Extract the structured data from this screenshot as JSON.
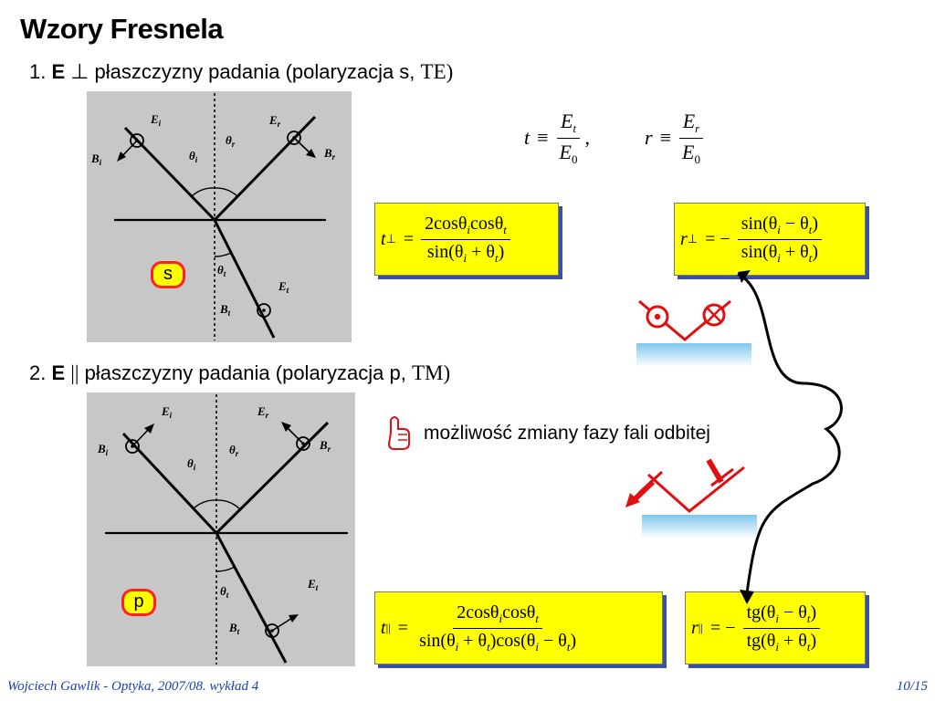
{
  "slide": {
    "title": "Wzory Fresnela",
    "section1": {
      "number": "1.",
      "vector": "E",
      "symbol": "⊥",
      "text": "płaszczyzny padania (polaryzacja s,",
      "mode": "TE)"
    },
    "section2": {
      "number": "2.",
      "vector": "E",
      "symbol": "||",
      "text": "płaszczyzny padania (polaryzacja p,",
      "mode": "TM)"
    },
    "definitions": {
      "t_symbol": "t",
      "r_symbol": "r",
      "equiv": "≡",
      "comma": ",",
      "E": "E",
      "t_sub": "t",
      "r_sub": "r",
      "zero_sub": "0"
    },
    "diagram_s": {
      "labels": {
        "Ei": "E",
        "i": "i",
        "Er": "E",
        "r": "r",
        "Bi": "B",
        "Br": "B",
        "Et": "E",
        "Bt": "B",
        "t": "t",
        "theta_i": "θ",
        "theta_r": "θ",
        "theta_t": "θ"
      },
      "badge": "s"
    },
    "diagram_p": {
      "labels": {
        "Ei": "E",
        "i": "i",
        "Er": "E",
        "r": "r",
        "Bi": "B",
        "Br": "B",
        "Et": "E",
        "Bt": "B",
        "t": "t",
        "theta_i": "θ",
        "theta_r": "θ",
        "theta_t": "θ"
      },
      "badge": "p"
    },
    "formulas": {
      "t_perp": {
        "lhs": "t",
        "sub": "⊥",
        "eq": "=",
        "num": "2cosθ",
        "num_i": "i",
        "num_cos": "cosθ",
        "num_t": "t",
        "den": "sin(θ",
        "den_i": "i",
        "den_plus": " + θ",
        "den_t": "t",
        "den_close": ")"
      },
      "r_perp": {
        "lhs": "r",
        "sub": "⊥",
        "eq": "= −",
        "num": "sin(θ",
        "num_i": "i",
        "num_minus": " − θ",
        "num_t": "t",
        "num_close": ")",
        "den": "sin(θ",
        "den_i": "i",
        "den_plus": " + θ",
        "den_t": "t",
        "den_close": ")"
      },
      "t_par": {
        "lhs": "t",
        "sub": "||",
        "eq": "=",
        "num": "2cosθ",
        "num_i": "i",
        "num_cos": "cosθ",
        "num_t": "t",
        "den": "sin(θ",
        "den_i": "i",
        "den_plus": " + θ",
        "den_t": "t",
        "den_close": ")cos(θ",
        "den_i2": "i",
        "den_minus": " − θ",
        "den_t2": "t",
        "den_close2": ")"
      },
      "r_par": {
        "lhs": "r",
        "sub": "||",
        "eq": "= −",
        "num": "tg(θ",
        "num_i": "i",
        "num_minus": " − θ",
        "num_t": "t",
        "num_close": ")",
        "den": "tg(θ",
        "den_i": "i",
        "den_plus": " + θ",
        "den_t": "t",
        "den_close": ")"
      }
    },
    "note": {
      "icon": "pointing-hand-icon",
      "text": "możliwość zmiany fazy fali odbitej"
    },
    "footer": {
      "left": "Wojciech Gawlik - Optyka, 2007/08. wykład 4",
      "right": "10/15"
    },
    "colors": {
      "formula_bg": "#ffff00",
      "accent_red": "#e01010",
      "footer_blue": "#1a3fb0",
      "surface_blue": "#9fd8f2"
    }
  }
}
